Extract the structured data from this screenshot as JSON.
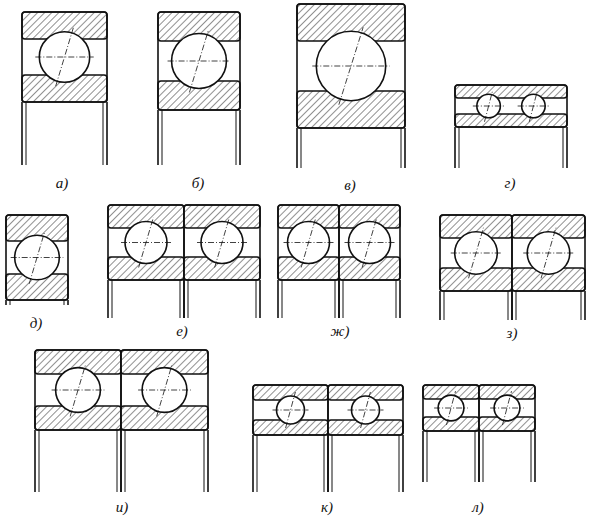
{
  "diagram": {
    "labels": [
      "а)",
      "б)",
      "в)",
      "г)",
      "д)",
      "е)",
      "ж)",
      "з)",
      "и)",
      "к)",
      "л)"
    ]
  }
}
